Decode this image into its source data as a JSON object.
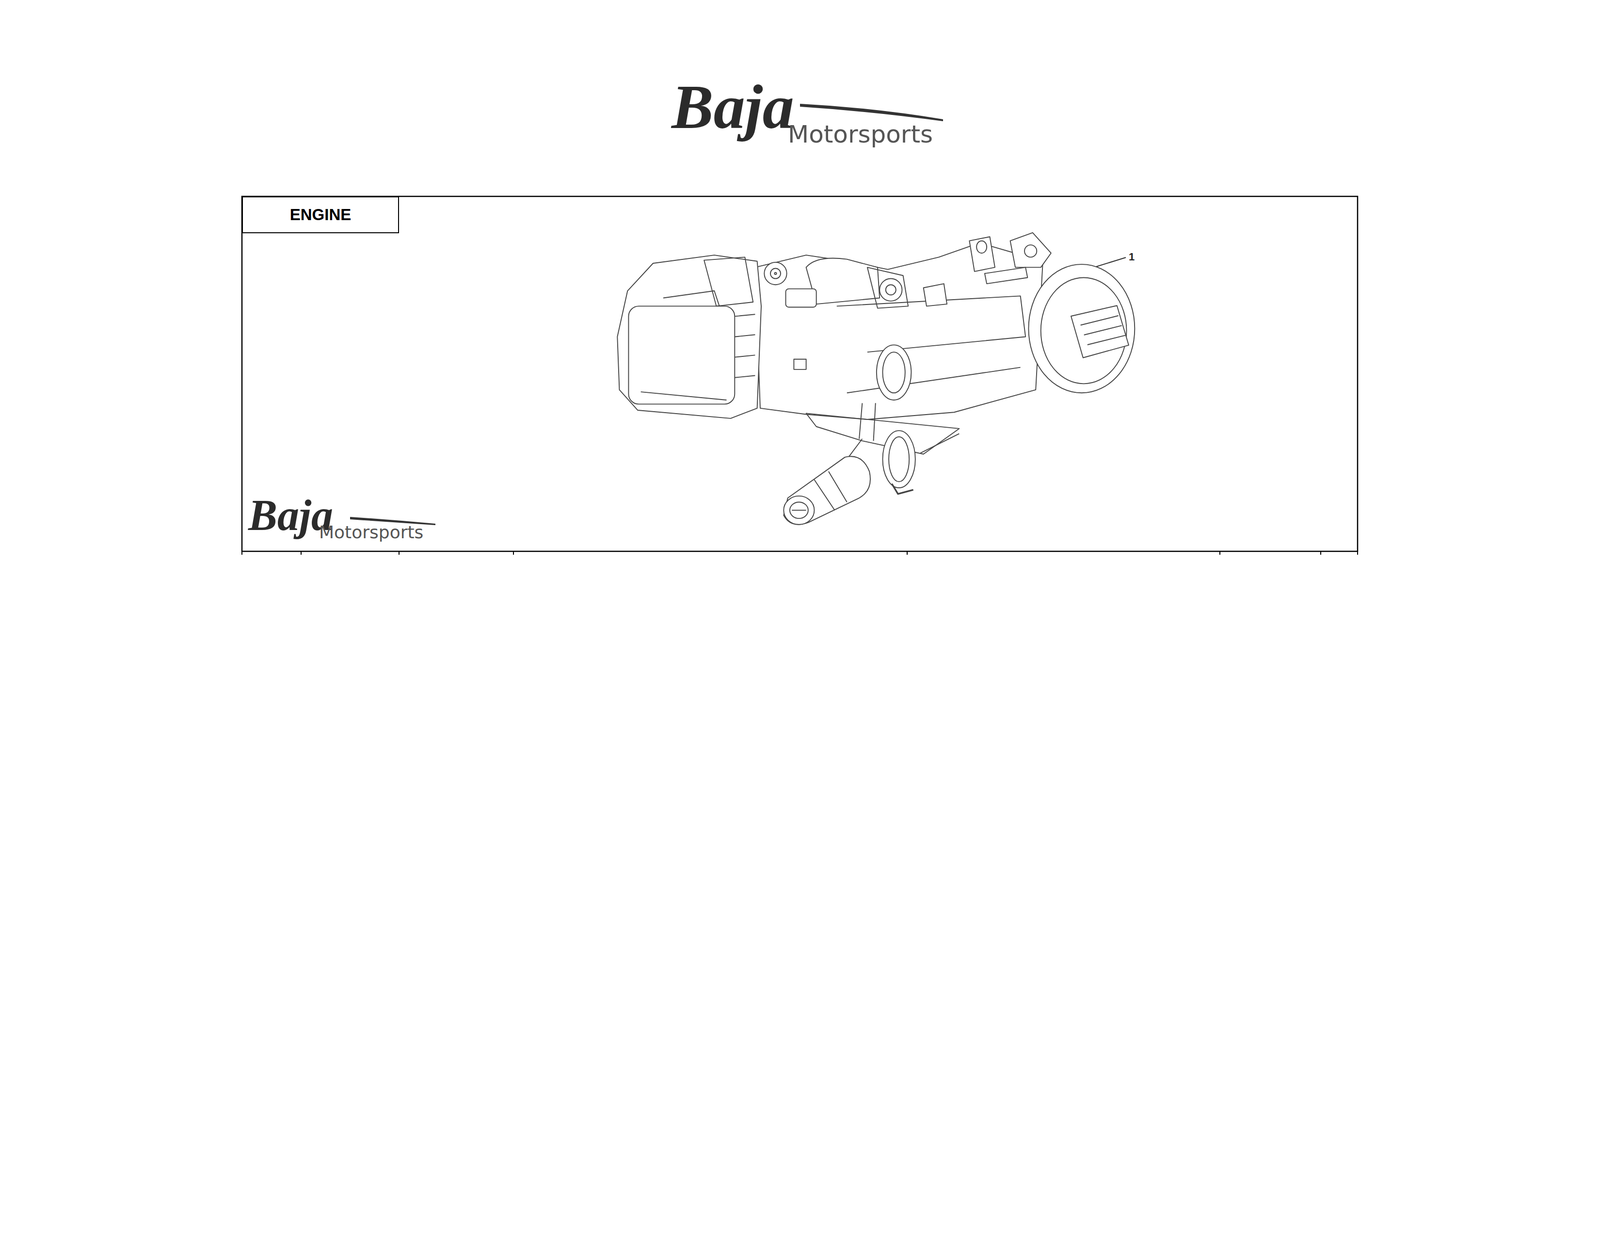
{
  "diagram": {
    "nodes": [
      {
        "text": [
          "ENGINE"
        ]
      }
    ],
    "labels": [
      "Baja",
      "Motorsports",
      "1",
      "Baja",
      "Motorsports"
    ]
  }
}
